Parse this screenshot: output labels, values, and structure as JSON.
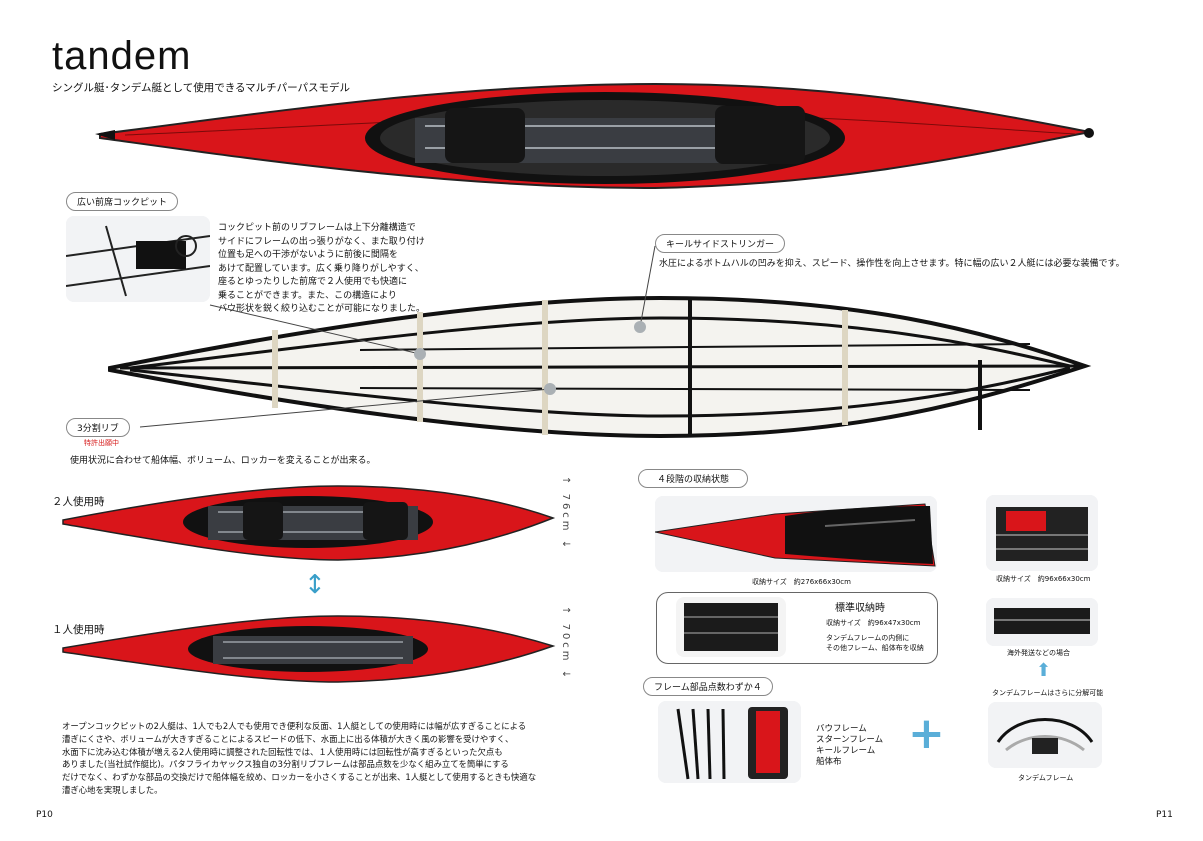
{
  "title": "tandem",
  "subtitle": "シングル艇･タンデム艇として使用できるマルチパーパスモデル",
  "cockpit": {
    "label": "広い前席コックピット",
    "text": [
      "コックピット前のリブフレームは上下分離構造で",
      "サイドにフレームの出っ張りがなく、また取り付け",
      "位置も足への干渉がないように前後に間隔を",
      "あけて配置しています。広く乗り降りがしやすく、",
      "座るとゆったりした前席で２人使用でも快適に",
      "乗ることができます。また、この構造により",
      "バウ形状を鋭く絞り込むことが可能になりました。"
    ]
  },
  "keel": {
    "label": "キールサイドストリンガー",
    "text": "水圧によるボトムハルの凹みを抑え、スピード、操作性を向上させます。特に幅の広い２人艇には必要な装備です。"
  },
  "rib": {
    "label": "3分割リブ",
    "patent": "特許出願中",
    "text": "使用状況に合わせて船体幅、ボリューム、ロッカーを変えることが出来る。"
  },
  "two_person": {
    "label": "２人使用時",
    "width": "76cm"
  },
  "one_person": {
    "label": "１人使用時",
    "width": "70cm"
  },
  "bottom_text": [
    "オープンコックピットの2人艇は、1人でも2人でも使用でき便利な反面、1人艇としての使用時には幅が広すぎることによる",
    "漕ぎにくさや、ボリュームが大きすぎることによるスピードの低下、水面上に出る体積が大きく風の影響を受けやすく、",
    "水面下に沈み込む体積が増える2人使用時に調整された回転性では、１人使用時には回転性が高すぎるといった欠点も",
    "ありました(当社試作艇比)。パタフライカヤックス独自の3分割リブフレームは部品点数を少なく組み立てを簡単にする",
    "だけでなく、わずかな部品の交換だけで船体幅を絞め、ロッカーを小さくすることが出来、1人艇として使用するときも快適な",
    "漕ぎ心地を実現しました。"
  ],
  "page_left": "P10",
  "page_right": "P11",
  "storage": {
    "label": "４段階の収納状態",
    "size1": "収納サイズ　約276x66x30cm",
    "size2": "収納サイズ　約96x66x30cm",
    "standard_title": "標準収納時",
    "standard_size": "収納サイズ　約96x47x30cm",
    "standard_note1": "タンデムフレームの内側に",
    "standard_note2": "その他フレーム、船体布を収納",
    "overseas": "海外発送などの場合",
    "split": "タンデムフレームはさらに分解可能"
  },
  "frame_parts": {
    "label": "フレーム部品点数わずか４",
    "items": [
      "バウフレーム",
      "スターンフレーム",
      "キールフレーム",
      "船体布"
    ],
    "tandem_frame": "タンデムフレーム"
  },
  "colors": {
    "hull_red": "#e01818",
    "frame_black": "#111111",
    "accent_blue": "#5aaed8"
  },
  "icons": {
    "plus": "plus-icon",
    "arrow_up": "arrow-up-icon",
    "double_arrow": "double-arrow-icon"
  }
}
